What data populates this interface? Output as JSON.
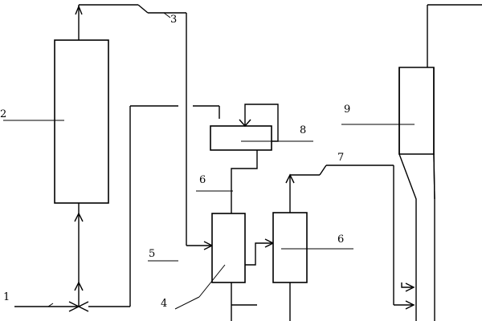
{
  "diagram": {
    "labels": {
      "label_1": "1",
      "label_2": "2",
      "label_3": "3",
      "label_4": "4",
      "label_5": "5",
      "label_6_upper": "6",
      "label_6_right": "6",
      "label_7": "7",
      "label_8": "8",
      "label_9": "9"
    },
    "colors": {
      "stroke": "#000000",
      "background": "#ffffff"
    }
  }
}
